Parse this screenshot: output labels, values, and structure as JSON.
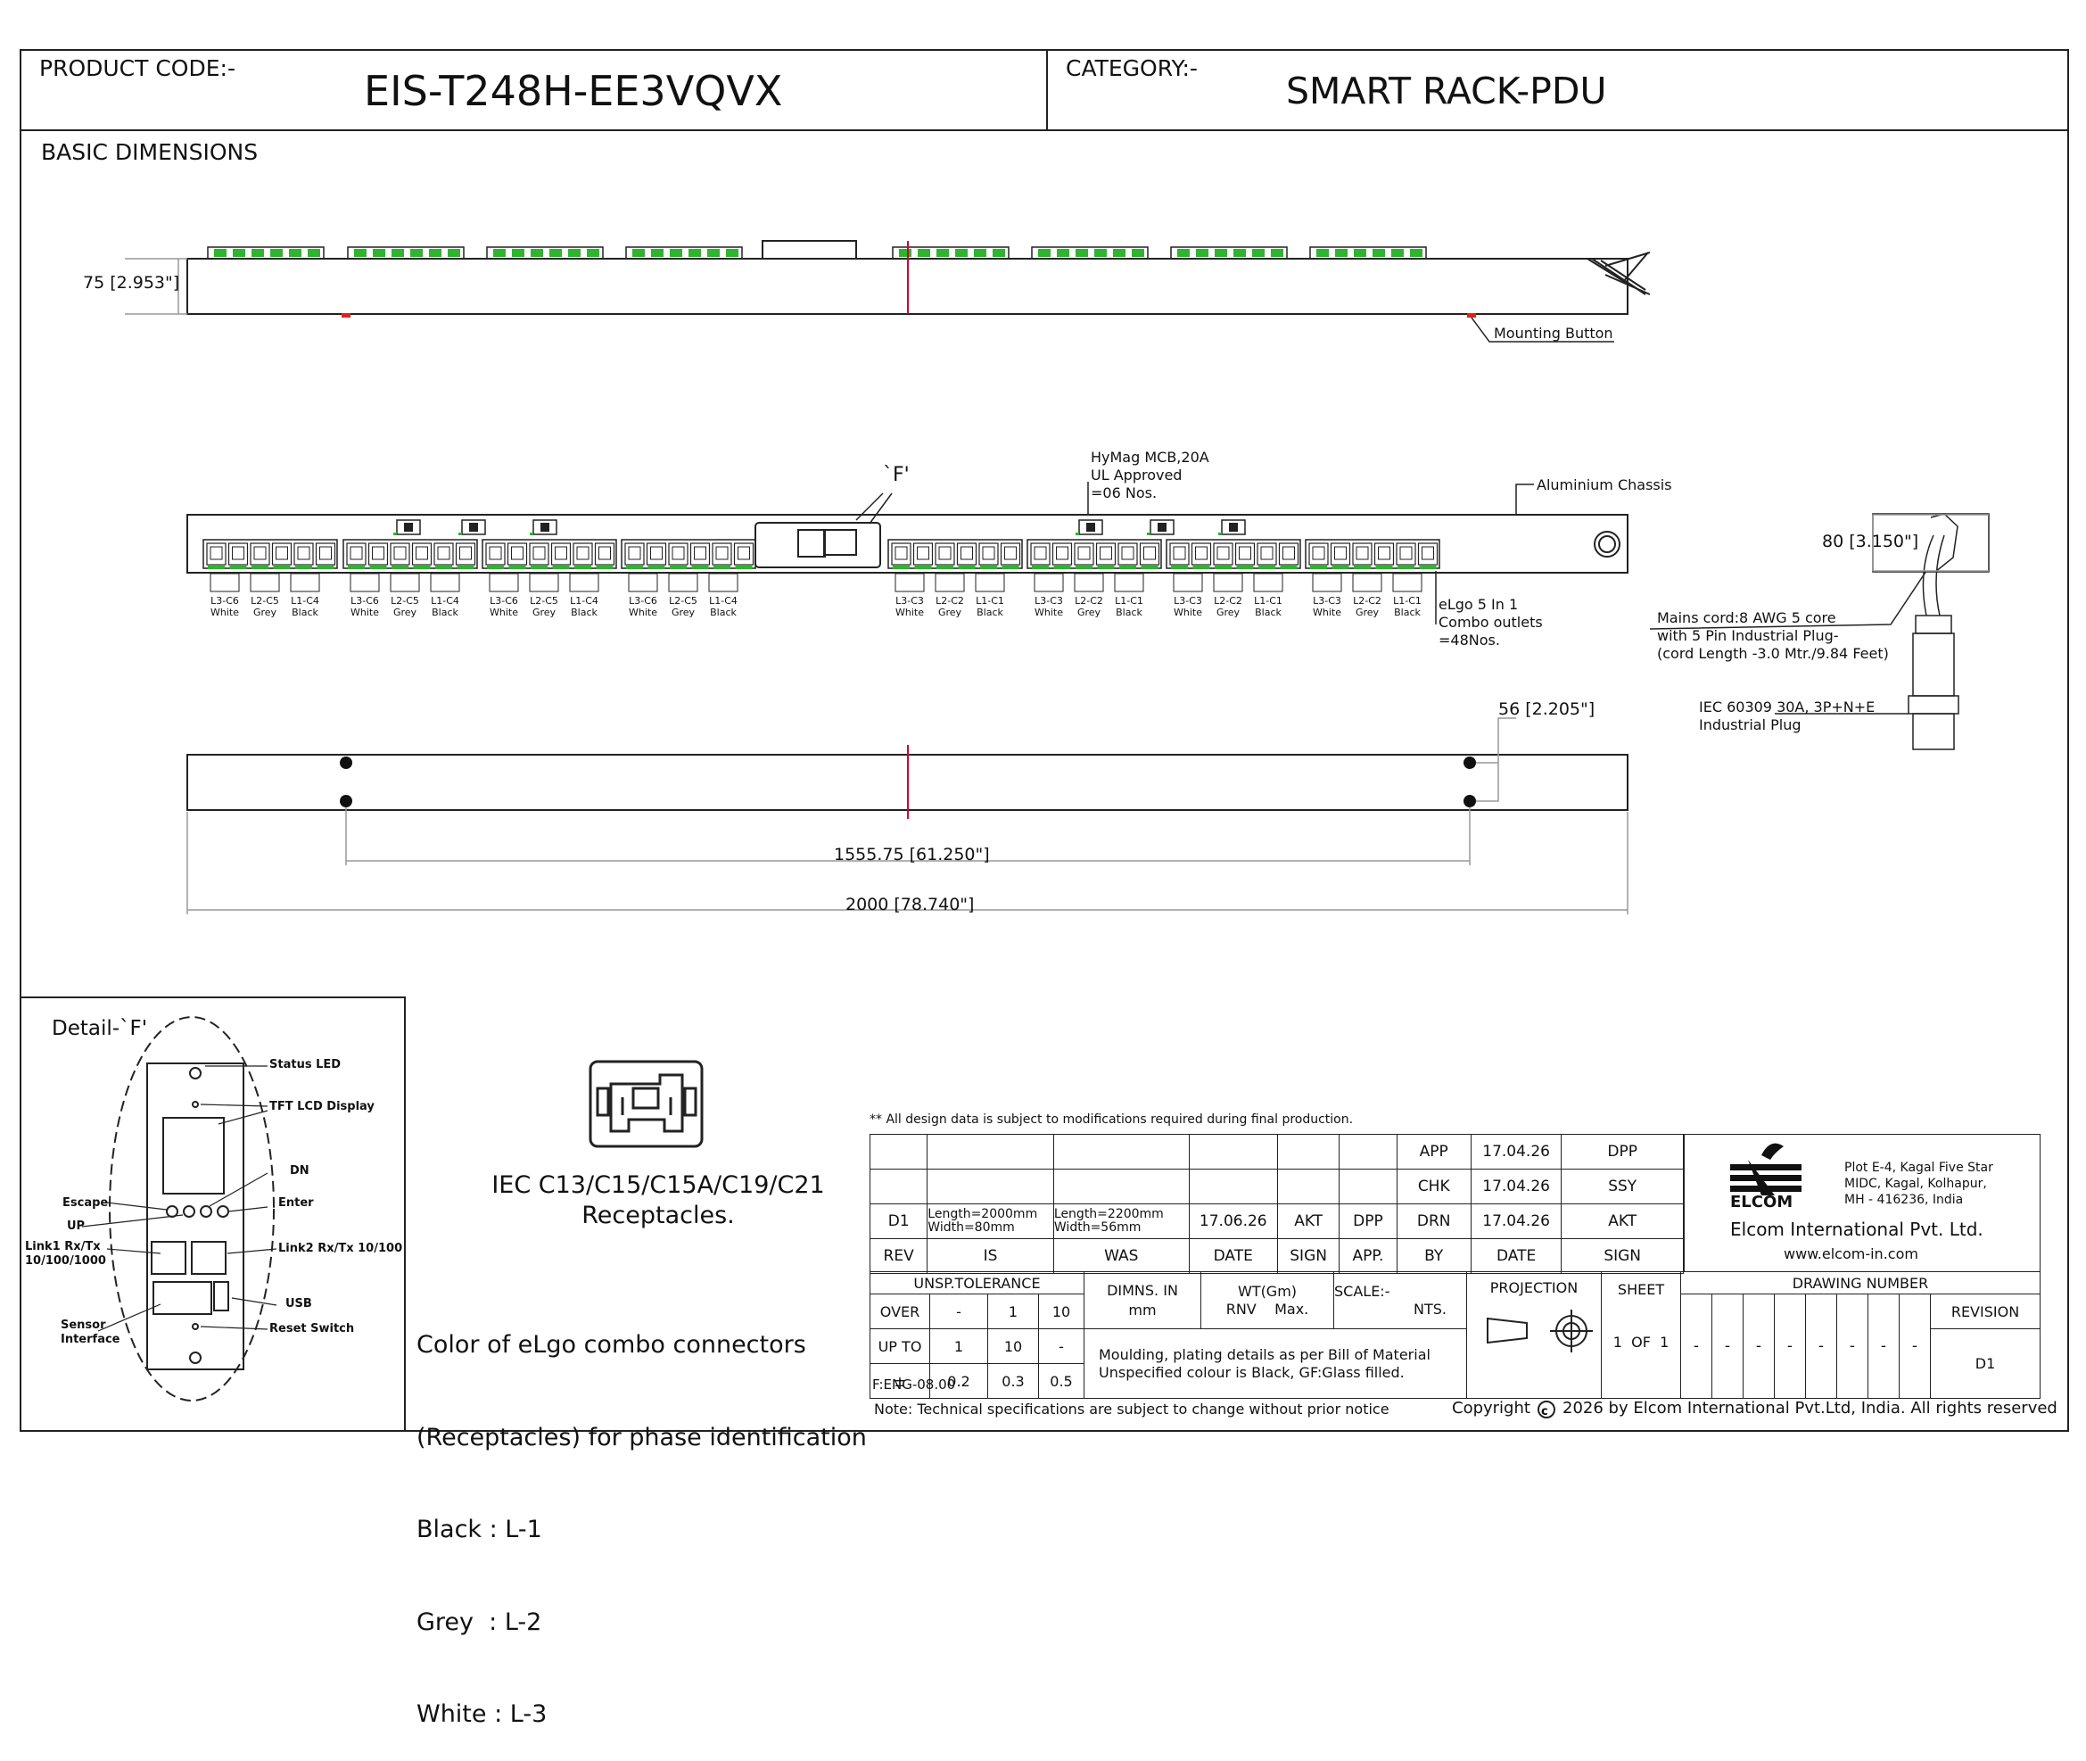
{
  "header": {
    "product_code_label": "PRODUCT CODE:-",
    "product_code": "EIS-T248H-EE3VQVX",
    "category_label": "CATEGORY:-",
    "category": "SMART RACK-PDU"
  },
  "section_title": "BASIC DIMENSIONS",
  "side_view": {
    "height_dim": "75 [2.953\"]",
    "mounting_button": "Mounting Button"
  },
  "front_view": {
    "detail_marker": "`F'",
    "mcb_note": [
      "HyMag MCB,20A",
      "UL Approved",
      "=06 Nos."
    ],
    "chassis": "Aluminium Chassis",
    "outlet_note": [
      "eLgo 5 In 1",
      "Combo outlets",
      "=48Nos."
    ],
    "group_labels": [
      [
        [
          "L3-C6",
          "White"
        ],
        [
          "L2-C5",
          "Grey"
        ],
        [
          "L1-C4",
          "Black"
        ]
      ],
      [
        [
          "L3-C6",
          "White"
        ],
        [
          "L2-C5",
          "Grey"
        ],
        [
          "L1-C4",
          "Black"
        ]
      ],
      [
        [
          "L3-C6",
          "White"
        ],
        [
          "L2-C5",
          "Grey"
        ],
        [
          "L1-C4",
          "Black"
        ]
      ],
      [
        [
          "L3-C6",
          "White"
        ],
        [
          "L2-C5",
          "Grey"
        ],
        [
          "L1-C4",
          "Black"
        ]
      ],
      [
        [
          "L3-C3",
          "White"
        ],
        [
          "L2-C2",
          "Grey"
        ],
        [
          "L1-C1",
          "Black"
        ]
      ],
      [
        [
          "L3-C3",
          "White"
        ],
        [
          "L2-C2",
          "Grey"
        ],
        [
          "L1-C1",
          "Black"
        ]
      ],
      [
        [
          "L3-C3",
          "White"
        ],
        [
          "L2-C2",
          "Grey"
        ],
        [
          "L1-C1",
          "Black"
        ]
      ],
      [
        [
          "L3-C3",
          "White"
        ],
        [
          "L2-C2",
          "Grey"
        ],
        [
          "L1-C1",
          "Black"
        ]
      ]
    ],
    "depth_dim": "80 [3.150\"]",
    "cord_note": [
      "Mains cord:8 AWG 5 core",
      "with 5 Pin Industrial Plug-",
      "(cord Length -3.0 Mtr./9.84 Feet)"
    ],
    "plug_note": [
      "IEC 60309 30A, 3P+N+E",
      "Industrial Plug"
    ]
  },
  "rear_view": {
    "width_dim": "56 [2.205\"]",
    "mount_dim": "1555.75 [61.250\"]",
    "length_dim": "2000 [78.740\"]"
  },
  "detail": {
    "title": "Detail-`F'",
    "labels": {
      "status_led": "Status LED",
      "tft": "TFT LCD Display",
      "dn": "DN",
      "escape": "Escape",
      "enter": "Enter",
      "up": "UP",
      "link1": [
        "Link1 Rx/Tx",
        "10/100/1000"
      ],
      "link2": "Link2 Rx/Tx 10/100",
      "usb": "USB",
      "sensor": [
        "Sensor",
        "Interface"
      ],
      "reset": "Reset Switch"
    }
  },
  "receptacles": {
    "caption": [
      "IEC C13/C15/C15A/C19/C21",
      "Receptacles."
    ],
    "color_text": [
      "Color of eLgo combo connectors",
      "(Receptacles) for phase identification",
      "Black : L-1",
      "Grey  : L-2",
      "White : L-3"
    ]
  },
  "title_block": {
    "design_note": "** All design data is subject to modifications required during final production.",
    "rows": {
      "app": [
        "APP",
        "17.04.26",
        "DPP"
      ],
      "chk": [
        "CHK",
        "17.04.26",
        "SSY"
      ],
      "d1": [
        "D1",
        "Length=2000mm",
        "Width=80mm",
        "Length=2200mm",
        "Width=56mm",
        "17.06.26",
        "AKT",
        "DPP",
        "DRN",
        "17.04.26",
        "AKT"
      ],
      "head": [
        "REV",
        "IS",
        "WAS",
        "DATE",
        "SIGN",
        "APP.",
        "BY",
        "DATE",
        "SIGN"
      ]
    },
    "tolerance": {
      "title": "UNSP.TOLERANCE",
      "over": [
        "OVER",
        "-",
        "1",
        "10"
      ],
      "upto": [
        "UP TO",
        "1",
        "10",
        "-"
      ],
      "pm": [
        "±",
        "0.2",
        "0.3",
        "0.5"
      ]
    },
    "dimns": [
      "DIMNS.  IN",
      "mm"
    ],
    "wt": [
      "WT(Gm)",
      "RNV",
      "Max."
    ],
    "scale": [
      "SCALE:-",
      "NTS."
    ],
    "projection": "PROJECTION",
    "sheet": [
      "SHEET",
      "1",
      "OF",
      "1"
    ],
    "drawing_number": "DRAWING NUMBER",
    "revision": [
      "REVISION",
      "D1"
    ],
    "dashes": [
      "-",
      "-",
      "-",
      "-",
      "-",
      "-",
      "-",
      "-"
    ],
    "moulding": [
      "Moulding, plating details as per Bill of Material",
      "Unspecified colour is Black, GF:Glass filled."
    ],
    "form": "F:ENG-08.00",
    "note": "Note: Technical specifications are subject to change without prior notice",
    "copyright": "Copyright",
    "copyright_rest": "2026  by Elcom International Pvt.Ltd, India. All rights reserved"
  },
  "company": {
    "address": [
      "Plot E-4, Kagal Five Star",
      "MIDC, Kagal, Kolhapur,",
      "MH - 416236, India"
    ],
    "logo_text": "ELCOM",
    "name": "Elcom International Pvt. Ltd.",
    "web": "www.elcom-in.com"
  },
  "colors": {
    "outlet_green": "#2db52d",
    "center_line": "#cc0033",
    "red_button": "#dd2222"
  }
}
